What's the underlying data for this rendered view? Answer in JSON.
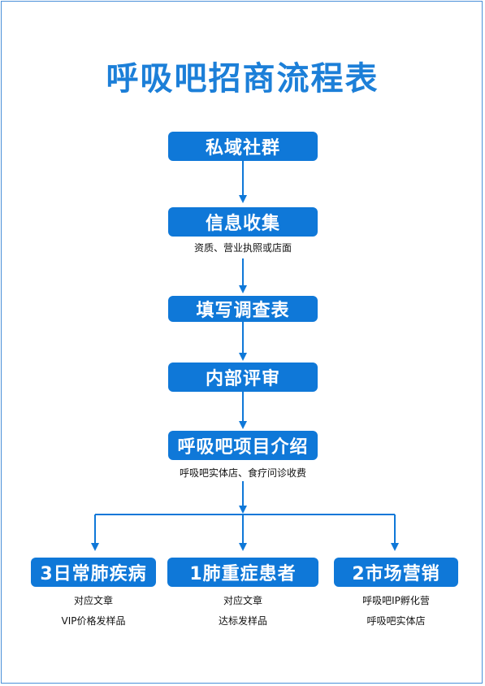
{
  "title": "呼吸吧招商流程表",
  "colors": {
    "accent": "#0f78d8",
    "title": "#1c7fd8",
    "frame": "#4a90d9"
  },
  "steps": [
    {
      "label": "私域社群"
    },
    {
      "label": "信息收集",
      "note": "资质、营业执照或店面"
    },
    {
      "label": "填写调查表"
    },
    {
      "label": "内部评审"
    },
    {
      "label": "呼吸吧项目介绍",
      "note": "呼吸吧实体店、食疗问诊收费"
    }
  ],
  "branches": [
    {
      "label": "3日常肺疾病",
      "notes": [
        "对应文章",
        "VIP价格发样品"
      ]
    },
    {
      "label": "1肺重症患者",
      "notes": [
        "对应文章",
        "达标发样品"
      ]
    },
    {
      "label": "2市场营销",
      "notes": [
        "呼吸吧IP孵化营",
        "呼吸吧实体店"
      ]
    }
  ]
}
